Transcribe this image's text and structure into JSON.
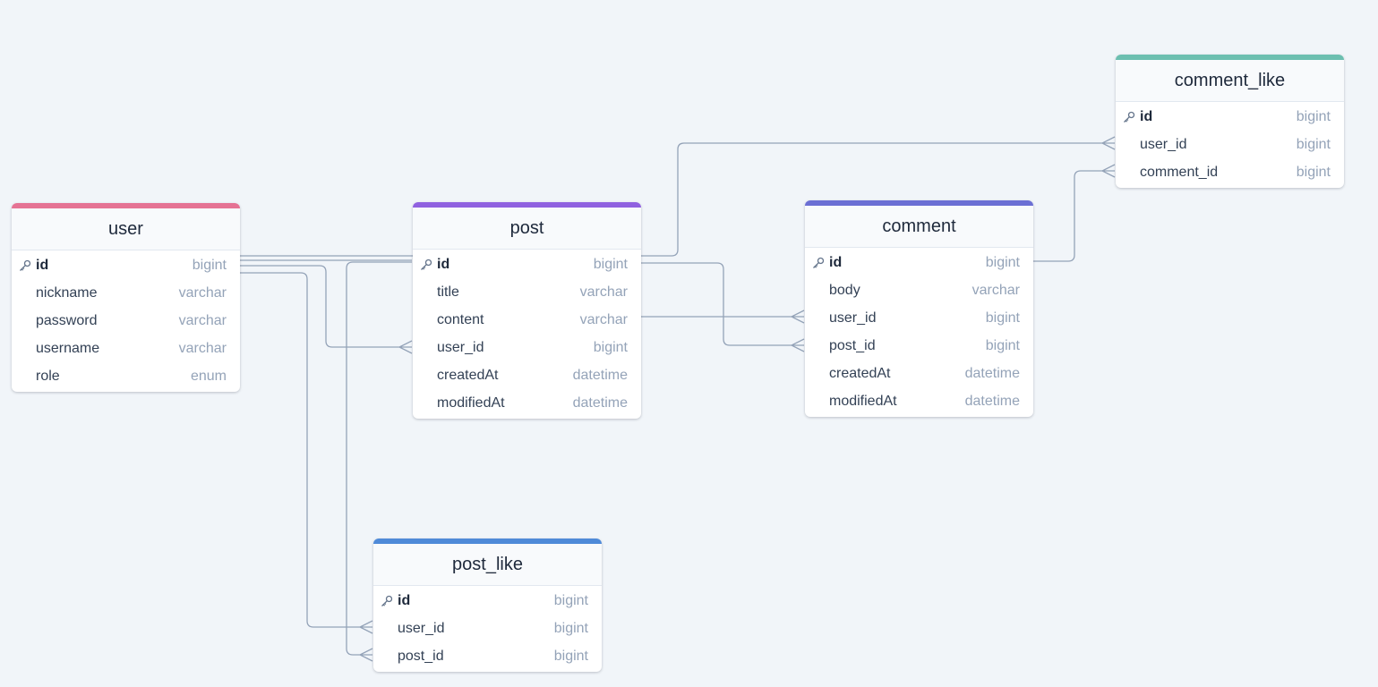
{
  "colors": {
    "background": "#f1f5f9",
    "connector": "#94a3b8",
    "accent_user": "#e57394",
    "accent_post": "#9061e0",
    "accent_comment": "#6b6fd4",
    "accent_comment_like": "#6cbfb0",
    "accent_post_like": "#4f8ad8"
  },
  "icons": {
    "primary_key": "key-icon"
  },
  "tables": {
    "user": {
      "name": "user",
      "columns": [
        {
          "name": "id",
          "type": "bigint",
          "pk": true
        },
        {
          "name": "nickname",
          "type": "varchar"
        },
        {
          "name": "password",
          "type": "varchar"
        },
        {
          "name": "username",
          "type": "varchar"
        },
        {
          "name": "role",
          "type": "enum"
        }
      ]
    },
    "post": {
      "name": "post",
      "columns": [
        {
          "name": "id",
          "type": "bigint",
          "pk": true
        },
        {
          "name": "title",
          "type": "varchar"
        },
        {
          "name": "content",
          "type": "varchar"
        },
        {
          "name": "user_id",
          "type": "bigint"
        },
        {
          "name": "createdAt",
          "type": "datetime"
        },
        {
          "name": "modifiedAt",
          "type": "datetime"
        }
      ]
    },
    "comment": {
      "name": "comment",
      "columns": [
        {
          "name": "id",
          "type": "bigint",
          "pk": true
        },
        {
          "name": "body",
          "type": "varchar"
        },
        {
          "name": "user_id",
          "type": "bigint"
        },
        {
          "name": "post_id",
          "type": "bigint"
        },
        {
          "name": "createdAt",
          "type": "datetime"
        },
        {
          "name": "modifiedAt",
          "type": "datetime"
        }
      ]
    },
    "comment_like": {
      "name": "comment_like",
      "columns": [
        {
          "name": "id",
          "type": "bigint",
          "pk": true
        },
        {
          "name": "user_id",
          "type": "bigint"
        },
        {
          "name": "comment_id",
          "type": "bigint"
        }
      ]
    },
    "post_like": {
      "name": "post_like",
      "columns": [
        {
          "name": "id",
          "type": "bigint",
          "pk": true
        },
        {
          "name": "user_id",
          "type": "bigint"
        },
        {
          "name": "post_id",
          "type": "bigint"
        }
      ]
    }
  },
  "relationships": [
    {
      "from": "user.id",
      "to": "post.user_id",
      "cardinality": "one-to-many"
    },
    {
      "from": "user.id",
      "to": "comment.user_id",
      "cardinality": "one-to-many"
    },
    {
      "from": "user.id",
      "to": "post_like.user_id",
      "cardinality": "one-to-many"
    },
    {
      "from": "post.id",
      "to": "comment.post_id",
      "cardinality": "one-to-many"
    },
    {
      "from": "post.id",
      "to": "post_like.post_id",
      "cardinality": "one-to-many"
    },
    {
      "from": "user.id",
      "to": "comment_like.user_id",
      "cardinality": "one-to-many"
    },
    {
      "from": "comment.id",
      "to": "comment_like.comment_id",
      "cardinality": "one-to-many"
    }
  ]
}
